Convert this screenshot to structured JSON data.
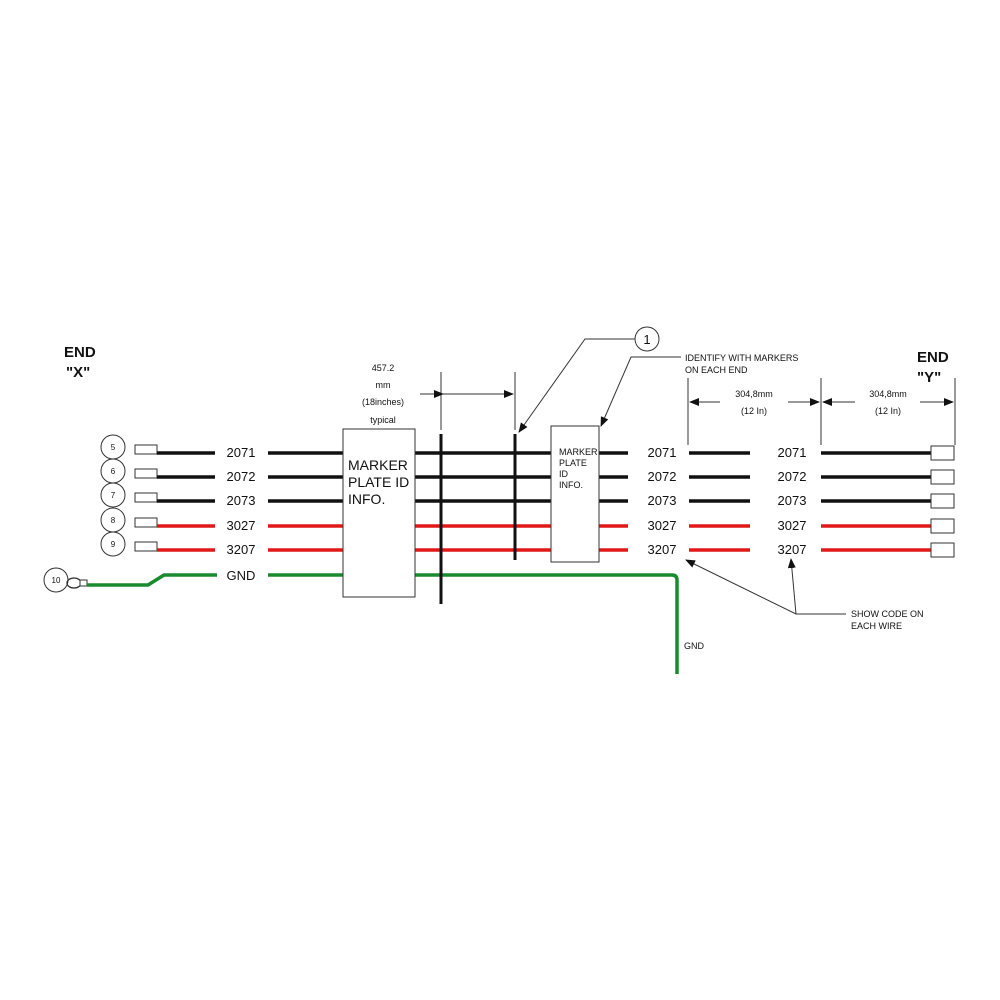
{
  "colors": {
    "signal_wire": "#111111",
    "power_wire": "#e01818",
    "ground_wire": "#1a8a2e"
  },
  "ends": {
    "x_line1": "END",
    "x_line2": "\"X\"",
    "y_line1": "END",
    "y_line2": "\"Y\""
  },
  "wires": [
    {
      "callout": "5",
      "code": "2071",
      "color": "black"
    },
    {
      "callout": "6",
      "code": "2072",
      "color": "black"
    },
    {
      "callout": "7",
      "code": "2073",
      "color": "black"
    },
    {
      "callout": "8",
      "code": "3027",
      "color": "red"
    },
    {
      "callout": "9",
      "code": "3207",
      "color": "red"
    }
  ],
  "ground": {
    "callout": "10",
    "label": "GND",
    "drop_label": "GND"
  },
  "marker_plate_main": {
    "line1": "MARKER",
    "line2": "PLATE ID",
    "line3": "INFO."
  },
  "marker_plate_small": {
    "line1": "MARKER",
    "line2": "PLATE",
    "line3": "ID",
    "line4": "INFO."
  },
  "spacing_dim": {
    "line1": "457.2",
    "line2": "mm",
    "line3": "(18inches)",
    "line4": "typical"
  },
  "end_dims": [
    {
      "value": "304,8mm",
      "sub": "(12 In)"
    },
    {
      "value": "304,8mm",
      "sub": "(12 In)"
    }
  ],
  "callout_note": {
    "number": "1",
    "line1": "IDENTIFY WITH MARKERS",
    "line2": "ON EACH END"
  },
  "code_note": {
    "line1": "SHOW CODE ON",
    "line2": "EACH WIRE"
  }
}
